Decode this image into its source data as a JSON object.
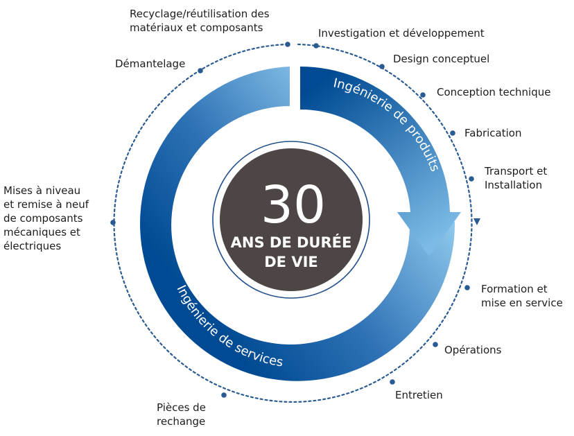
{
  "center": {
    "number": "30",
    "line1": "ANS DE DURÉE",
    "line2": "DE VIE"
  },
  "ring": {
    "products_label": "Ingénierie de produits",
    "services_label": "Ingénierie de services"
  },
  "stages": [
    {
      "id": "recyclage",
      "lines": [
        "Recyclage/réutilisation des",
        "matériaux et composants"
      ]
    },
    {
      "id": "investigation",
      "lines": [
        "Investigation et développement"
      ]
    },
    {
      "id": "design",
      "lines": [
        "Design conceptuel"
      ]
    },
    {
      "id": "conception",
      "lines": [
        "Conception technique"
      ]
    },
    {
      "id": "fabrication",
      "lines": [
        "Fabrication"
      ]
    },
    {
      "id": "transport",
      "lines": [
        "Transport et",
        "Installation"
      ]
    },
    {
      "id": "formation",
      "lines": [
        "Formation et",
        "mise en service"
      ]
    },
    {
      "id": "operations",
      "lines": [
        "Opérations"
      ]
    },
    {
      "id": "entretien",
      "lines": [
        "Entretien"
      ]
    },
    {
      "id": "pieces",
      "lines": [
        "Pièces de",
        "rechange"
      ]
    },
    {
      "id": "mises",
      "lines": [
        "Mises à niveau",
        "et remise à neuf",
        "de composants",
        "mécaniques et",
        "électriques"
      ]
    },
    {
      "id": "demantelage",
      "lines": [
        "Démantelage"
      ]
    }
  ],
  "colors": {
    "dark_blue": "#004a93",
    "light_blue": "#8ec6ea",
    "center_fill": "#4e4645",
    "dots": "#2a5a92"
  }
}
